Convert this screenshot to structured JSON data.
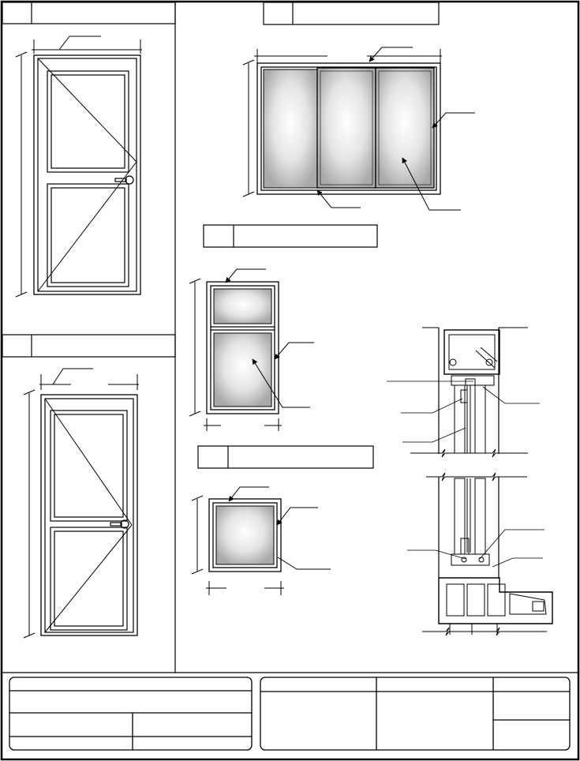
{
  "sheet": {
    "border": "#000000",
    "glass_center": "#ffffff",
    "glass_edge": "#a9a9a9",
    "section_fill": "#ffffff"
  },
  "details": [
    {
      "id": "door-1",
      "title_number": "",
      "title_text": ""
    },
    {
      "id": "sliding-window",
      "title_number": "",
      "title_text": ""
    },
    {
      "id": "fixed-window-tall",
      "title_number": "",
      "title_text": ""
    },
    {
      "id": "door-2",
      "title_number": "",
      "title_text": ""
    },
    {
      "id": "fixed-window-square",
      "title_number": "",
      "title_text": ""
    }
  ],
  "title_block": {
    "left_top": "",
    "left_mid": "",
    "left_bottom_a": "",
    "left_bottom_b": "",
    "right_col_1": "",
    "right_col_2": "",
    "right_col_3_top": "",
    "right_col_3_mid": "",
    "right_col_3_bottom": ""
  }
}
